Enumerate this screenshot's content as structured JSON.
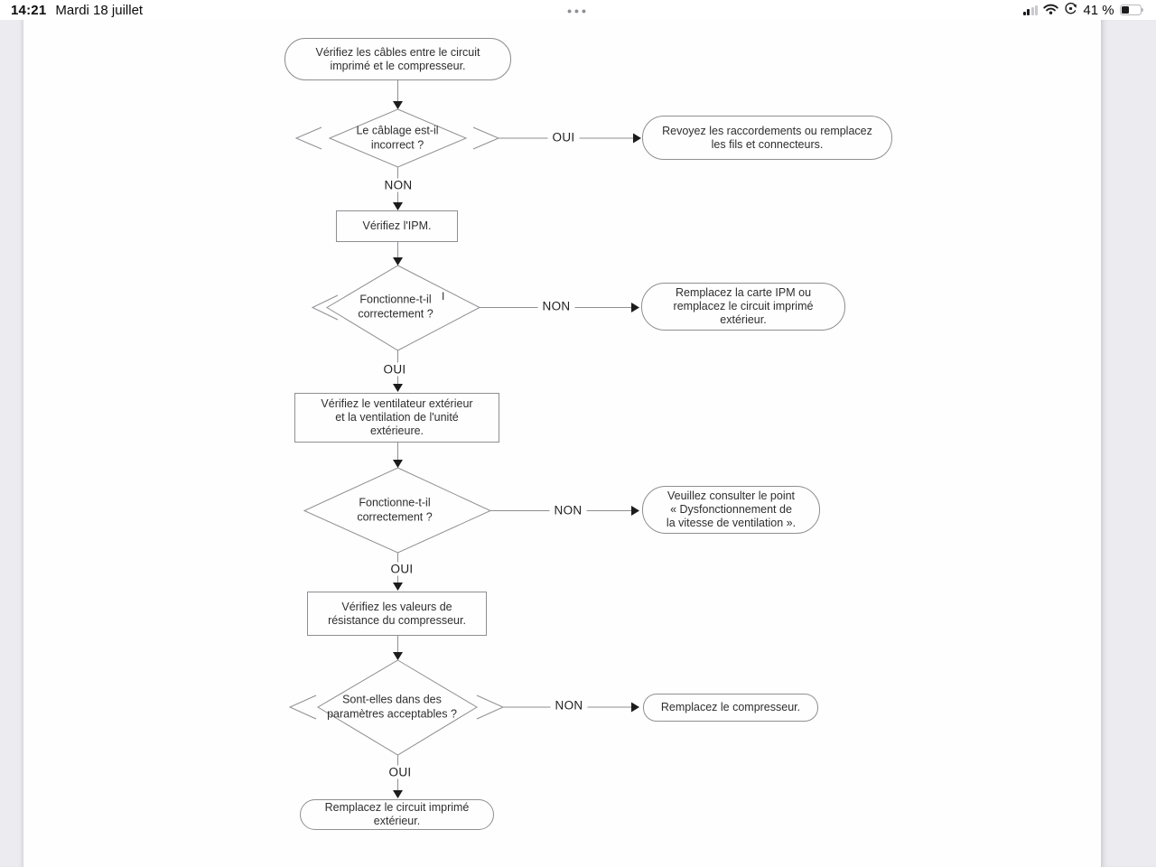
{
  "status_bar": {
    "time": "14:21",
    "date": "Mardi 18 juillet",
    "multitask_dots": "•••",
    "battery_percent": "41 %",
    "battery_level": 41,
    "icons": [
      "cellular-signal-icon",
      "wifi-icon",
      "orientation-lock-icon",
      "battery-icon"
    ]
  },
  "flowchart": {
    "language": "fr",
    "nodes": {
      "start": {
        "type": "terminator",
        "lines": [
          "Vérifiez les câbles entre le circuit",
          "imprimé et le compresseur."
        ]
      },
      "d1": {
        "type": "decision",
        "lines": [
          "Le câblage est-il",
          "incorrect ?"
        ]
      },
      "fix_wiring": {
        "type": "terminator",
        "lines": [
          "Revoyez les raccordements ou remplacez",
          "les fils et connecteurs."
        ]
      },
      "check_ipm": {
        "type": "process",
        "lines": [
          "Vérifiez l'IPM."
        ]
      },
      "d2": {
        "type": "decision",
        "lines": [
          "Fonctionne-t-il",
          "correctement ?"
        ],
        "artifact": "I"
      },
      "replace_ipm": {
        "type": "terminator",
        "lines": [
          "Remplacez la carte IPM ou",
          "remplacez le circuit imprimé",
          "extérieur."
        ]
      },
      "check_fan": {
        "type": "process",
        "lines": [
          "Vérifiez le ventilateur extérieur",
          "et la ventilation de l'unité",
          "extérieure."
        ]
      },
      "d3": {
        "type": "decision",
        "lines": [
          "Fonctionne-t-il",
          "correctement ?"
        ]
      },
      "see_fan_section": {
        "type": "terminator",
        "lines": [
          "Veuillez consulter le point",
          "« Dysfonctionnement de",
          "la vitesse de ventilation »."
        ]
      },
      "check_resistance": {
        "type": "process",
        "lines": [
          "Vérifiez les valeurs de",
          "résistance du compresseur."
        ]
      },
      "d4": {
        "type": "decision",
        "lines": [
          "Sont-elles dans des",
          "paramètres acceptables ?"
        ]
      },
      "replace_compressor": {
        "type": "terminator",
        "lines": [
          "Remplacez le compresseur."
        ]
      },
      "replace_pcb": {
        "type": "terminator",
        "lines": [
          "Remplacez le circuit imprimé",
          "extérieur."
        ]
      }
    },
    "edges": [
      {
        "from": "start",
        "to": "d1",
        "label": ""
      },
      {
        "from": "d1",
        "to": "fix_wiring",
        "label": "OUI"
      },
      {
        "from": "d1",
        "to": "check_ipm",
        "label": "NON"
      },
      {
        "from": "check_ipm",
        "to": "d2",
        "label": ""
      },
      {
        "from": "d2",
        "to": "replace_ipm",
        "label": "NON"
      },
      {
        "from": "d2",
        "to": "check_fan",
        "label": "OUI"
      },
      {
        "from": "check_fan",
        "to": "d3",
        "label": ""
      },
      {
        "from": "d3",
        "to": "see_fan_section",
        "label": "NON"
      },
      {
        "from": "d3",
        "to": "check_resistance",
        "label": "OUI"
      },
      {
        "from": "check_resistance",
        "to": "d4",
        "label": ""
      },
      {
        "from": "d4",
        "to": "replace_compressor",
        "label": "NON"
      },
      {
        "from": "d4",
        "to": "replace_pcb",
        "label": "OUI"
      }
    ],
    "colors": {
      "line": "#8f8f93",
      "arrow": "#1c1c1c",
      "text": "#2e2e2e",
      "node_bg": "#fefefe"
    }
  }
}
